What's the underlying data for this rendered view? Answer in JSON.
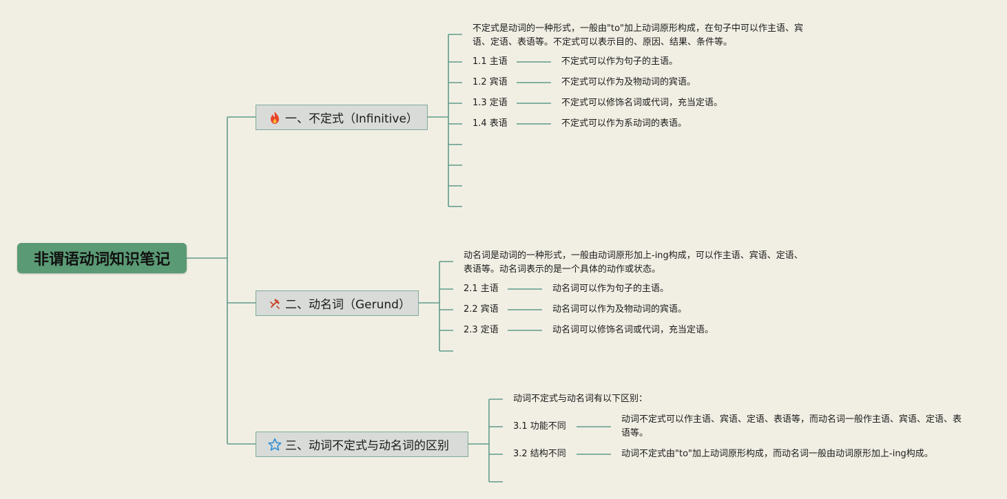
{
  "root": {
    "title": "非谓语动词知识笔记"
  },
  "branches": [
    {
      "title": "一、不定式（Infinitive）",
      "icon": "fire-icon",
      "intro": "不定式是动词的一种形式，一般由\"to\"加上动词原形构成，在句子中可以作主语、宾语、定语、表语等。不定式可以表示目的、原因、结果、条件等。",
      "items": [
        {
          "label": "1.1 主语",
          "desc": "不定式可以作为句子的主语。"
        },
        {
          "label": "1.2 宾语",
          "desc": "不定式可以作为及物动词的宾语。"
        },
        {
          "label": "1.3 定语",
          "desc": "不定式可以修饰名词或代词，充当定语。"
        },
        {
          "label": "1.4 表语",
          "desc": "不定式可以作为系动词的表语。"
        }
      ]
    },
    {
      "title": "二、动名词（Gerund）",
      "icon": "hammer-icon",
      "intro": "动名词是动词的一种形式，一般由动词原形加上-ing构成，可以作主语、宾语、定语、表语等。动名词表示的是一个具体的动作或状态。",
      "items": [
        {
          "label": "2.1 主语",
          "desc": "动名词可以作为句子的主语。"
        },
        {
          "label": "2.2 宾语",
          "desc": "动名词可以作为及物动词的宾语。"
        },
        {
          "label": "2.3 定语",
          "desc": "动名词可以修饰名词或代词，充当定语。"
        }
      ]
    },
    {
      "title": "三、动词不定式与动名词的区别",
      "icon": "star-icon",
      "intro": "动词不定式与动名词有以下区别：",
      "items": [
        {
          "label": "3.1 功能不同",
          "desc": "动词不定式可以作主语、宾语、定语、表语等，而动名词一般作主语、宾语、定语、表语等。"
        },
        {
          "label": "3.2 结构不同",
          "desc": "动词不定式由\"to\"加上动词原形构成，而动名词一般由动词原形加上-ing构成。"
        }
      ]
    }
  ],
  "colors": {
    "connector": "#5f9a8a",
    "root_fill": "#5a9a74",
    "branch_fill": "#d8dbd8",
    "branch_border": "#7fa89b",
    "background": "#f1efe4"
  }
}
